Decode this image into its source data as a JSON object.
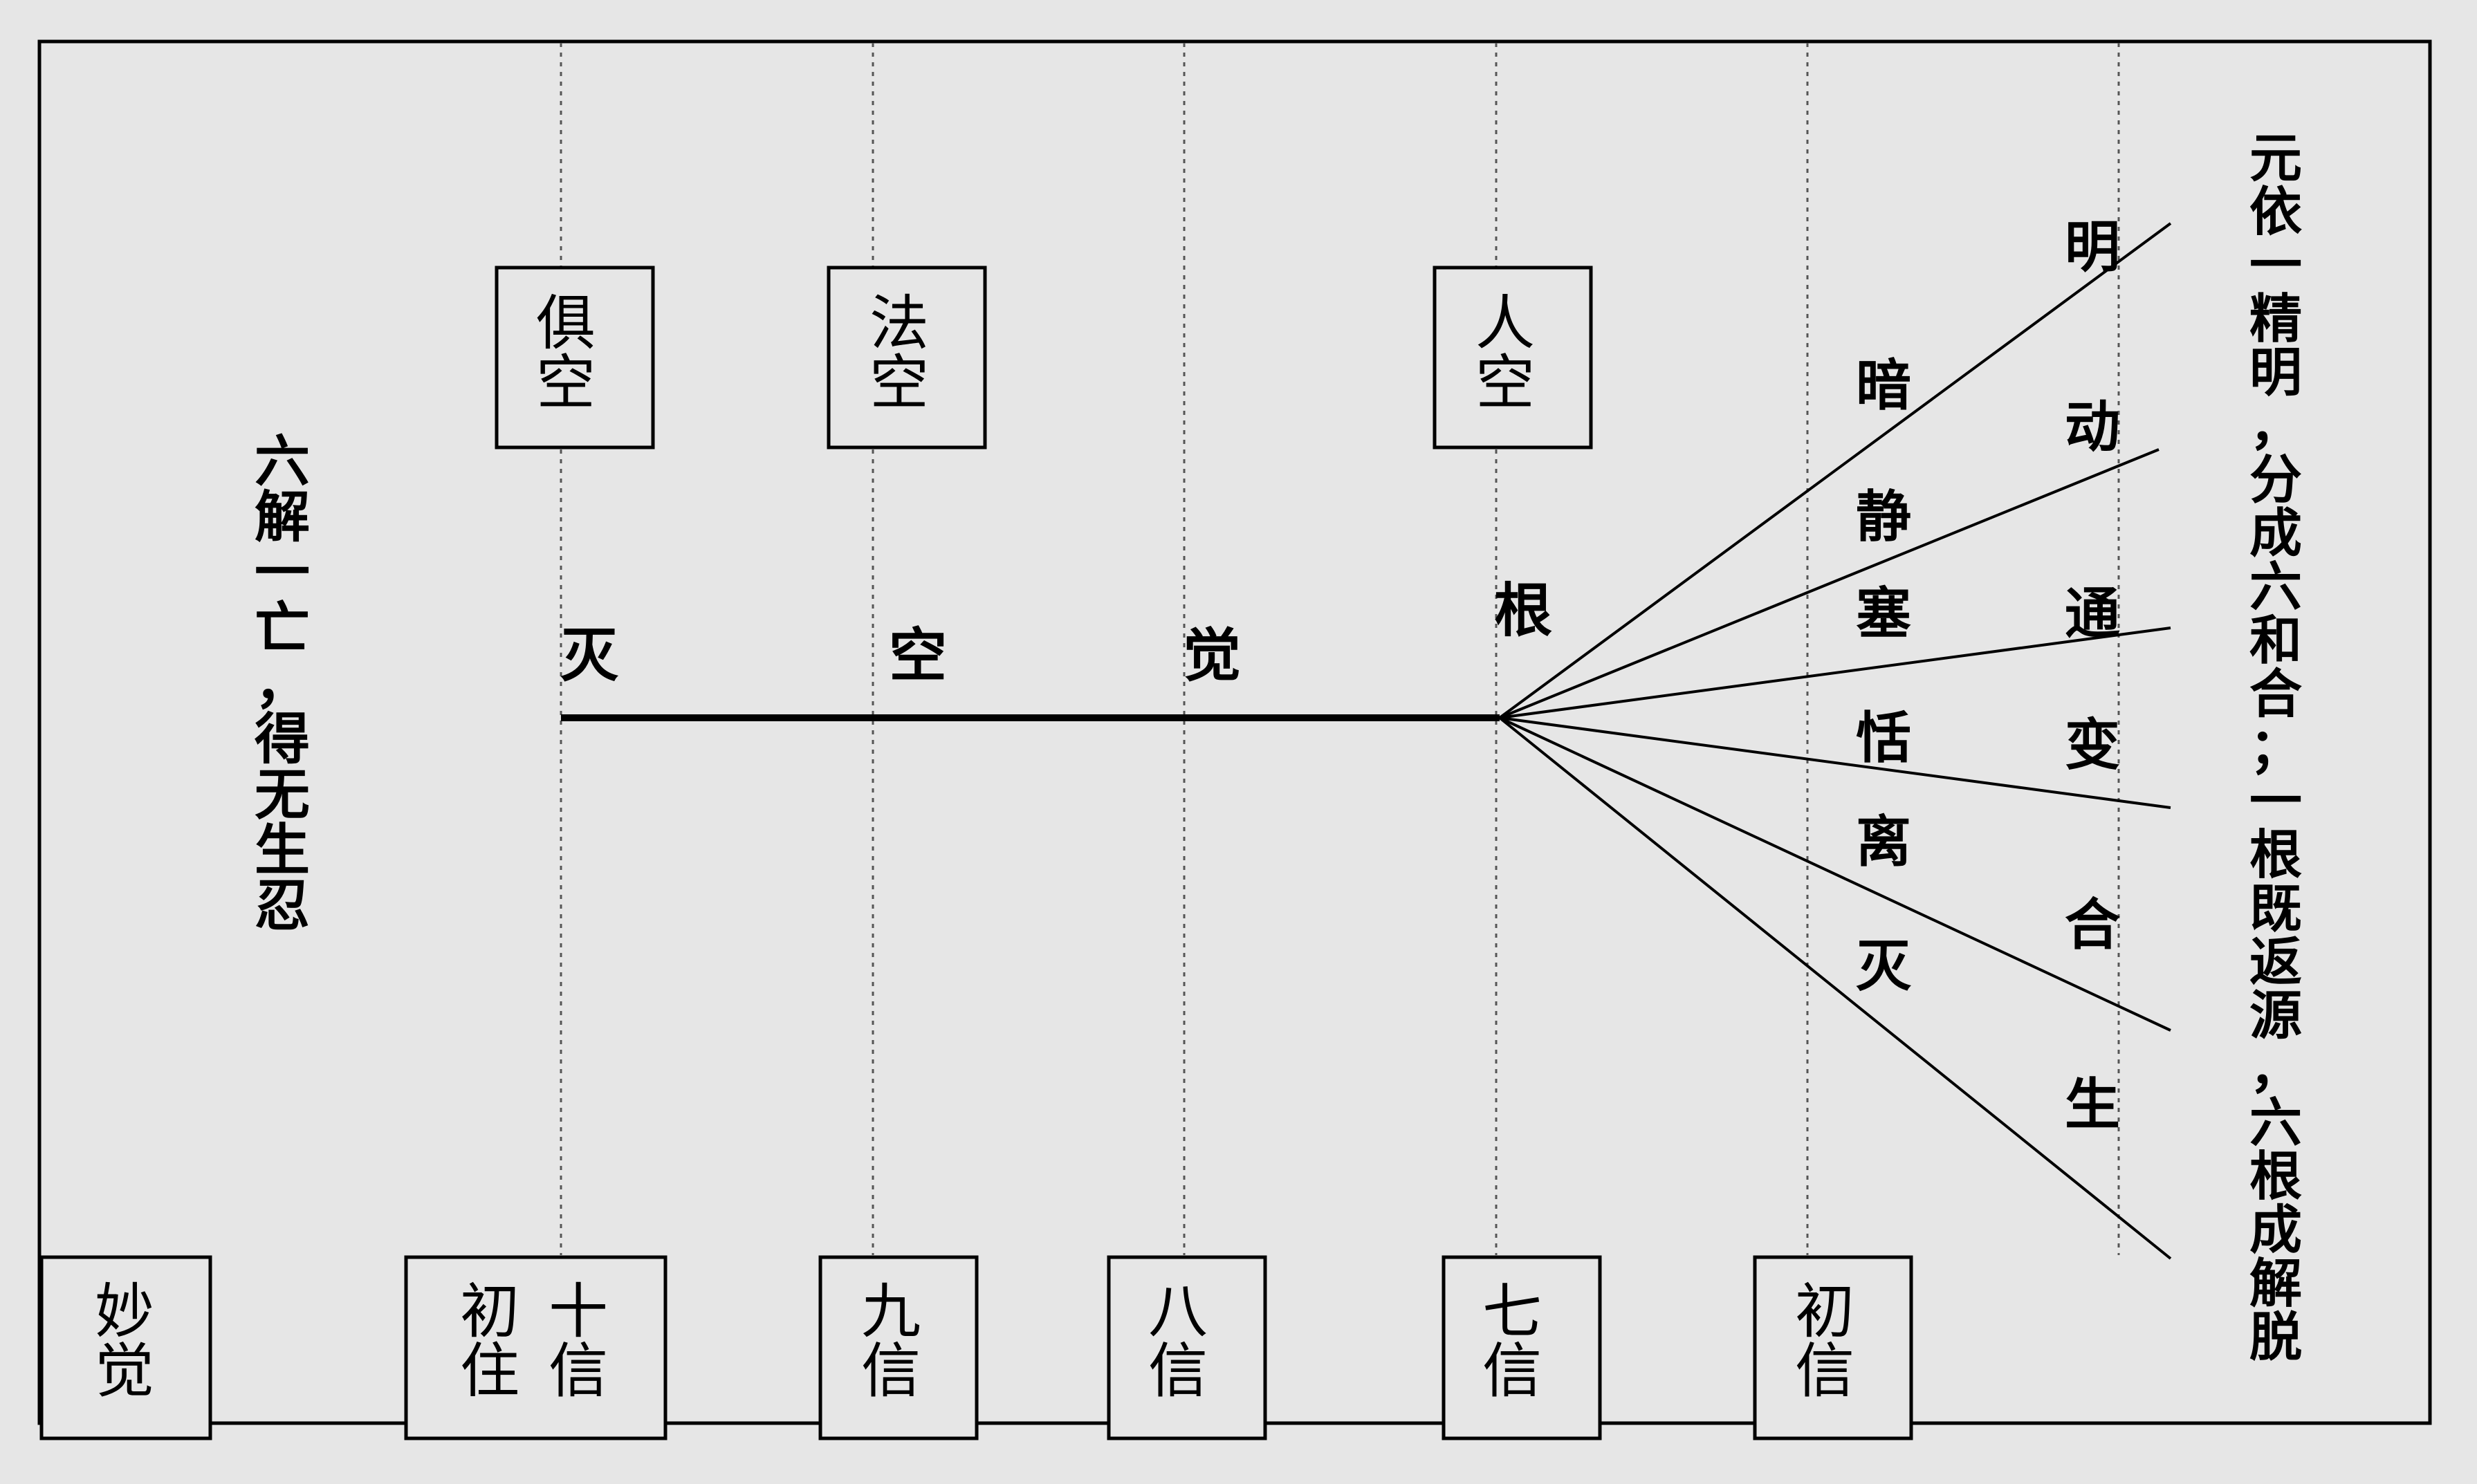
{
  "colors": {
    "background": "#e6e6e6",
    "ink": "#000000"
  },
  "top_boxes": [
    {
      "chars": [
        "俱",
        "空"
      ]
    },
    {
      "chars": [
        "法",
        "空"
      ]
    },
    {
      "chars": [
        "人",
        "空"
      ]
    }
  ],
  "bottom_boxes": [
    {
      "chars": [
        "妙",
        "觉"
      ]
    },
    {
      "chars": [
        "初",
        "住"
      ],
      "chars2": [
        "十",
        "信"
      ]
    },
    {
      "chars": [
        "九",
        "信"
      ]
    },
    {
      "chars": [
        "八",
        "信"
      ]
    },
    {
      "chars": [
        "七",
        "信"
      ]
    },
    {
      "chars": [
        "初",
        "信"
      ]
    }
  ],
  "axis_labels": {
    "mie": "灭",
    "kong": "空",
    "jue": "觉",
    "gen": "根"
  },
  "left_text": [
    "六",
    "解",
    "一",
    "亡",
    "，",
    "得",
    "无",
    "生",
    "忍"
  ],
  "inner_column": [
    "暗",
    "静",
    "塞",
    "恬",
    "离",
    "灭"
  ],
  "outer_column": [
    "明",
    "动",
    "通",
    "变",
    "合",
    "生"
  ],
  "right_text": [
    "元",
    "依",
    "一",
    "精",
    "明",
    "，",
    "分",
    "成",
    "六",
    "和",
    "合",
    "；",
    "一",
    "根",
    "既",
    "返",
    "源",
    "，",
    "六",
    "根",
    "成",
    "解",
    "脱"
  ]
}
